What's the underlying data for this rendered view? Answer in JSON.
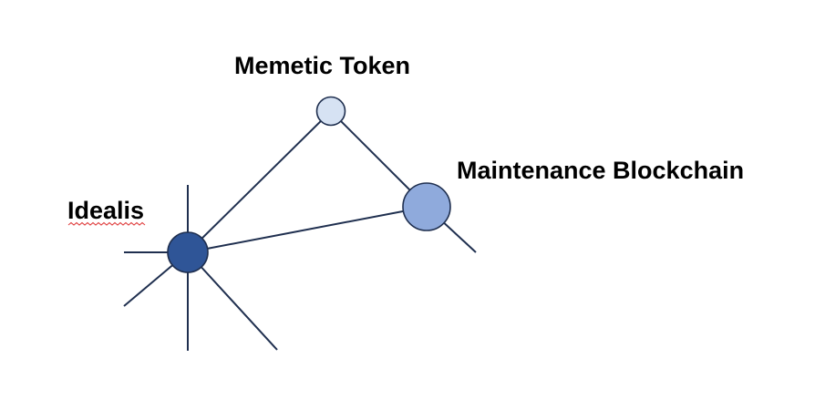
{
  "nodes": {
    "memetic_token": {
      "label": "Memetic Token",
      "fill": "#d6e2f3"
    },
    "maintenance_blockchain": {
      "label": "Maintenance Blockchain",
      "fill": "#8faadc"
    },
    "idealis": {
      "label": "Idealis",
      "fill": "#2f5597"
    }
  },
  "colors": {
    "edge": "#1f2f4f",
    "spellcheck_underline": "#e04040"
  }
}
